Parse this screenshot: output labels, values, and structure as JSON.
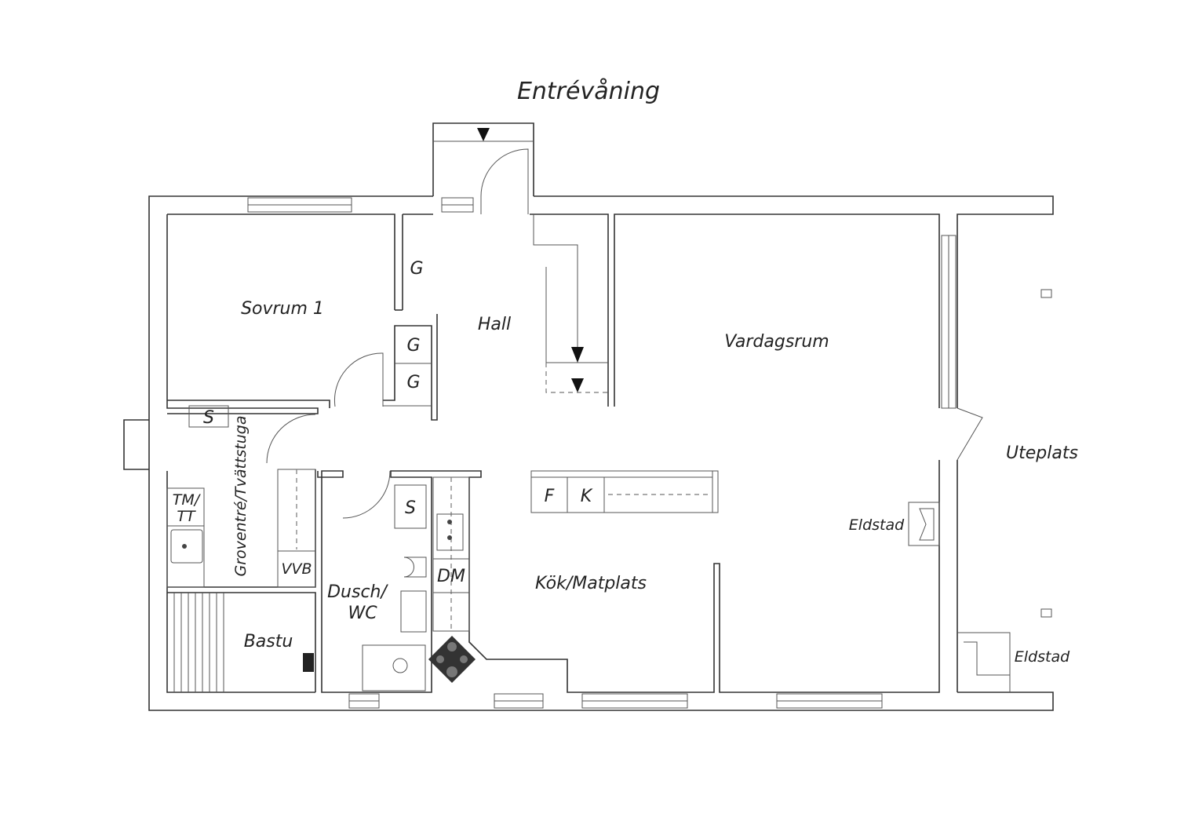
{
  "title": "Entrévåning",
  "rooms": {
    "sovrum": "Sovrum 1",
    "hall": "Hall",
    "vardagsrum": "Vardagsrum",
    "uteplats": "Uteplats",
    "groventre": "Groventré/Tvättstuga",
    "kok": "Kök/Matplats",
    "dusch_line1": "Dusch/",
    "dusch_line2": "WC",
    "bastu": "Bastu"
  },
  "fixtures": {
    "g1": "G",
    "g2": "G",
    "g3": "G",
    "s1": "S",
    "s2": "S",
    "tm_line1": "TM/",
    "tm_line2": "TT",
    "vvb": "VVB",
    "dm": "DM",
    "f": "F",
    "k": "K",
    "eldstad1": "Eldstad",
    "eldstad2": "Eldstad"
  }
}
